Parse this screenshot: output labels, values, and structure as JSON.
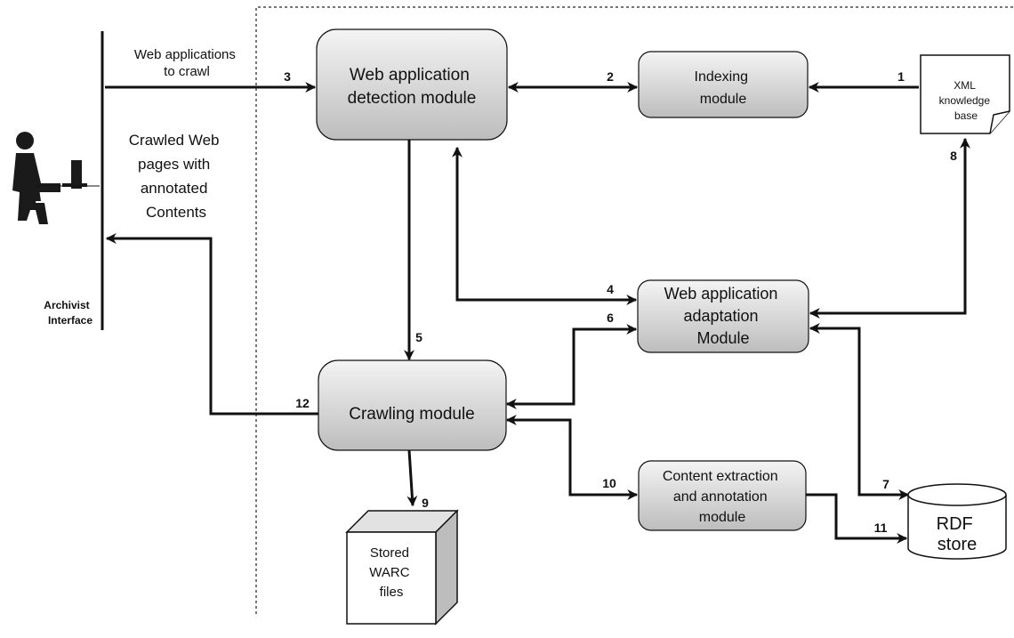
{
  "modules": {
    "detection": [
      "Web application",
      "detection module"
    ],
    "indexing": [
      "Indexing",
      "module"
    ],
    "adaptation": [
      "Web application",
      "adaptation",
      "Module"
    ],
    "crawling": [
      "Crawling module"
    ],
    "extraction": [
      "Content extraction",
      "and annotation",
      "module"
    ]
  },
  "stores": {
    "xml": [
      "XML",
      "knowledge",
      "base"
    ],
    "rdf": [
      "RDF",
      "store"
    ],
    "warc": [
      "Stored",
      "WARC",
      "files"
    ]
  },
  "archivist": {
    "label": [
      "Archivist",
      "Interface"
    ],
    "input_label": [
      "Web applications",
      "to crawl"
    ],
    "output_label": [
      "Crawled Web",
      "pages with",
      "annotated",
      "Contents"
    ]
  },
  "steps": [
    "1",
    "2",
    "3",
    "4",
    "5",
    "6",
    "7",
    "8",
    "9",
    "10",
    "11",
    "12"
  ]
}
